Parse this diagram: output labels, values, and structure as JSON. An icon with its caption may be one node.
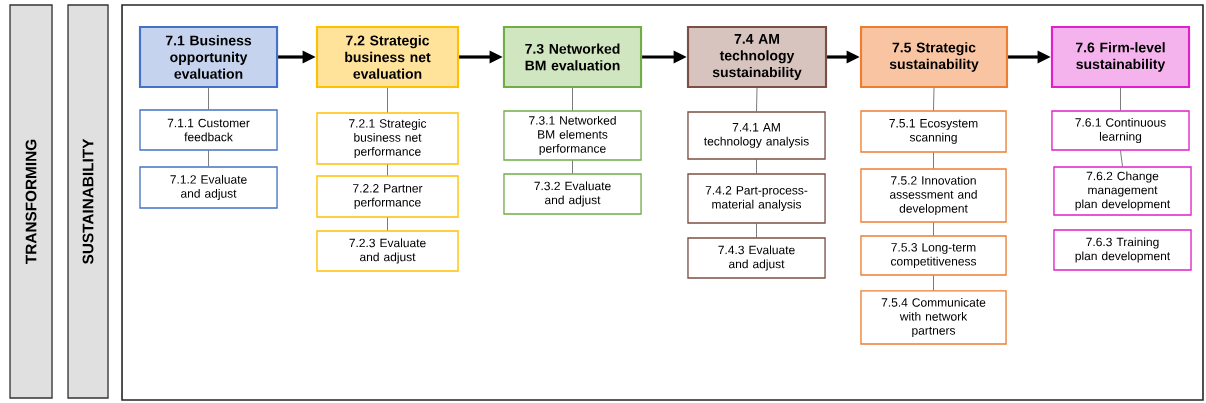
{
  "diagram": {
    "nodes": [
      {
        "text": [
          "TRANSFORMING"
        ]
      },
      {
        "text": [
          "SUSTAINABILITY"
        ]
      },
      {
        "text": [
          "7.1 Business opportunity evaluation"
        ]
      },
      {
        "text": [
          "7.1.1 Customer feedback"
        ]
      },
      {
        "text": [
          "7.1.2 Evaluate and adjust"
        ]
      },
      {
        "text": [
          "7.2 Strategic business net evaluation"
        ]
      },
      {
        "text": [
          "7.2.1 Strategic business net performance"
        ]
      },
      {
        "text": [
          "7.2.2 Partner performance"
        ]
      },
      {
        "text": [
          "7.2.3 Evaluate and adjust"
        ]
      },
      {
        "text": [
          "7.3 Networked BM evaluation"
        ]
      },
      {
        "text": [
          "7.3.1 Networked BM elements performance"
        ]
      },
      {
        "text": [
          "7.3.2 Evaluate and adjust"
        ]
      },
      {
        "text": [
          "7.4 AM technology sustainability"
        ]
      },
      {
        "text": [
          "7.4.1 AM technology analysis"
        ]
      },
      {
        "text": [
          "7.4.2 Part-process-material analysis"
        ]
      },
      {
        "text": [
          "7.4.3 Evaluate and adjust"
        ]
      },
      {
        "text": [
          "7.5 Strategic sustainability"
        ]
      },
      {
        "text": [
          "7.5.1 Ecosystem scanning"
        ]
      },
      {
        "text": [
          "7.5.2 Innovation assessment and development"
        ]
      },
      {
        "text": [
          "7.5.3 Long-term competitiveness"
        ]
      },
      {
        "text": [
          "7.5.4 Communicate with network partners"
        ]
      },
      {
        "text": [
          "7.6 Firm-level sustainability"
        ]
      },
      {
        "text": [
          "7.6.1 Continuous learning"
        ]
      },
      {
        "text": [
          "7.6.2 Change management plan development"
        ]
      },
      {
        "text": [
          "7.6.3 Training plan development"
        ]
      }
    ],
    "edges": [
      {
        "from": 2,
        "to": 5,
        "arrow": "to",
        "style": "thick",
        "color": "#000000"
      },
      {
        "from": 5,
        "to": 9,
        "arrow": "to",
        "style": "thick",
        "color": "#000000"
      },
      {
        "from": 9,
        "to": 12,
        "arrow": "to",
        "style": "thick",
        "color": "#000000"
      },
      {
        "from": 12,
        "to": 16,
        "arrow": "to",
        "style": "thick",
        "color": "#000000"
      },
      {
        "from": 16,
        "to": 21,
        "arrow": "to",
        "style": "thick",
        "color": "#000000"
      },
      {
        "from": 2,
        "to": 3,
        "arrow": "none"
      },
      {
        "from": 3,
        "to": 4,
        "arrow": "none"
      },
      {
        "from": 5,
        "to": 6,
        "arrow": "none"
      },
      {
        "from": 6,
        "to": 7,
        "arrow": "none"
      },
      {
        "from": 7,
        "to": 8,
        "arrow": "none"
      },
      {
        "from": 9,
        "to": 10,
        "arrow": "none"
      },
      {
        "from": 10,
        "to": 11,
        "arrow": "none"
      },
      {
        "from": 12,
        "to": 13,
        "arrow": "none"
      },
      {
        "from": 13,
        "to": 14,
        "arrow": "none"
      },
      {
        "from": 14,
        "to": 15,
        "arrow": "none"
      },
      {
        "from": 16,
        "to": 17,
        "arrow": "none"
      },
      {
        "from": 17,
        "to": 18,
        "arrow": "none"
      },
      {
        "from": 18,
        "to": 19,
        "arrow": "none"
      },
      {
        "from": 19,
        "to": 20,
        "arrow": "none"
      },
      {
        "from": 21,
        "to": 22,
        "arrow": "none"
      },
      {
        "from": 22,
        "to": 23,
        "arrow": "none"
      }
    ]
  }
}
